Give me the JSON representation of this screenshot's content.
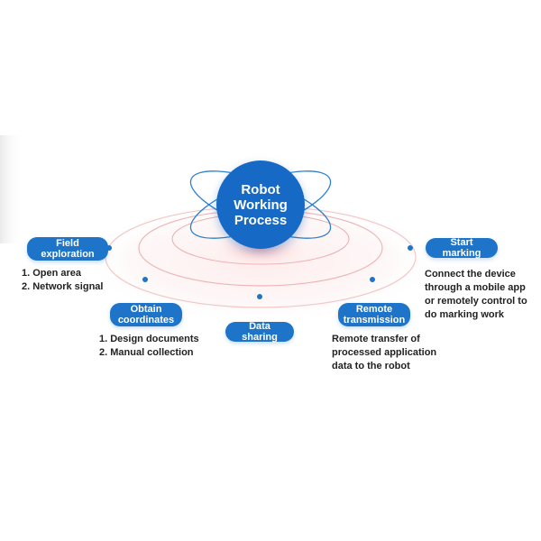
{
  "center": {
    "lines": [
      "Robot",
      "Working",
      "Process"
    ]
  },
  "steps": [
    {
      "label_lines": [
        "Field",
        "exploration"
      ],
      "details": [
        "1. Open area",
        "2. Network signal"
      ]
    },
    {
      "label_lines": [
        "Obtain",
        "coordinates"
      ],
      "details": [
        "1. Design documents",
        "2. Manual collection"
      ]
    },
    {
      "label_lines": [
        "Data sharing"
      ],
      "details": []
    },
    {
      "label_lines": [
        "Remote",
        "transmission"
      ],
      "details": [
        "Remote transfer of",
        "processed application",
        "data to the robot"
      ]
    },
    {
      "label_lines": [
        "Start marking"
      ],
      "details": [
        "Connect the device",
        "through a mobile app",
        "or remotely control to",
        "do marking work"
      ]
    }
  ],
  "colors": {
    "accent": "#1e74c8",
    "center": "#1669c4",
    "ring": "#f2b8b8",
    "glow": "#f7a8a8",
    "orbit": "#2b7fd0"
  }
}
